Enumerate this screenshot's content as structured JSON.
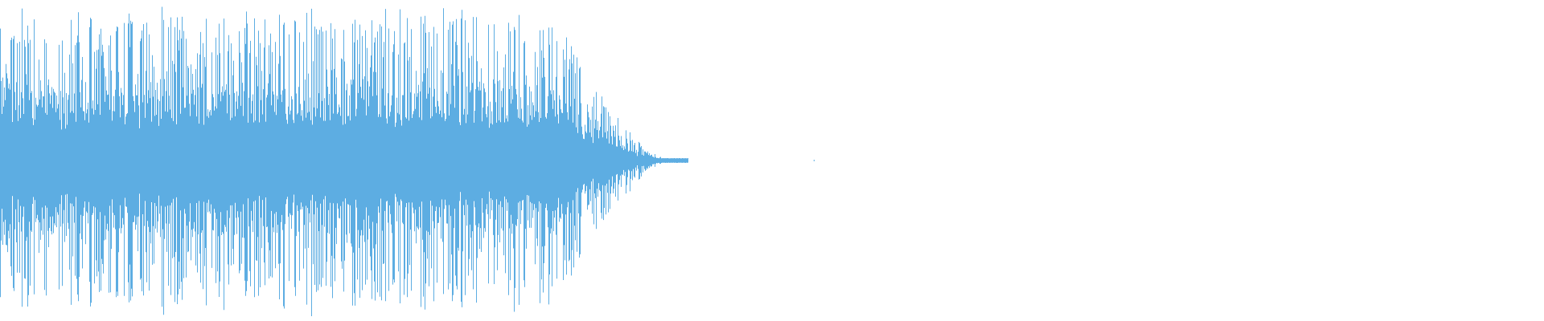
{
  "waveform": {
    "color": "#5DADE2",
    "background": "#ffffff",
    "shape": "decaying-audio-envelope",
    "sustain_fraction": 0.55,
    "end_fraction": 0.435,
    "noise_fraction": 0.527
  }
}
